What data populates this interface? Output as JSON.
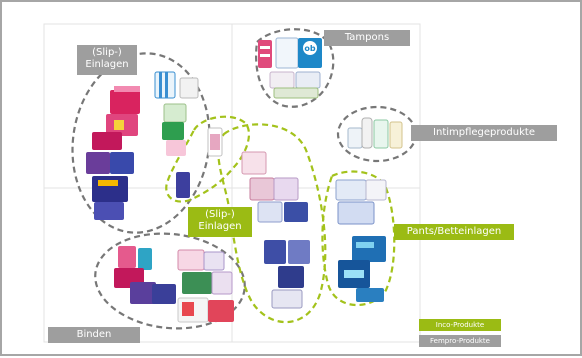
{
  "colors": {
    "fempro": "#9e9e9e",
    "inco": "#9bbb14",
    "outline_gray": "#777777",
    "outline_green": "#a3c21b",
    "grid": "#e3e3e3",
    "frame": "#a6a6a6"
  },
  "clusters": {
    "slip_einlagen_fempro": "(Slip-)\nEinlagen",
    "tampons": "Tampons",
    "intimpflege": "Intimpflegeprodukte",
    "slip_einlagen_inco": "(Slip-)\nEinlagen",
    "pants_betteinlagen": "Pants/Betteinlagen",
    "binden": "Binden"
  },
  "legend": {
    "inco": "Inco-Produkte",
    "fempro": "Fempro-Produkte"
  },
  "product_brands": {
    "tampons": [
      "ob"
    ]
  }
}
